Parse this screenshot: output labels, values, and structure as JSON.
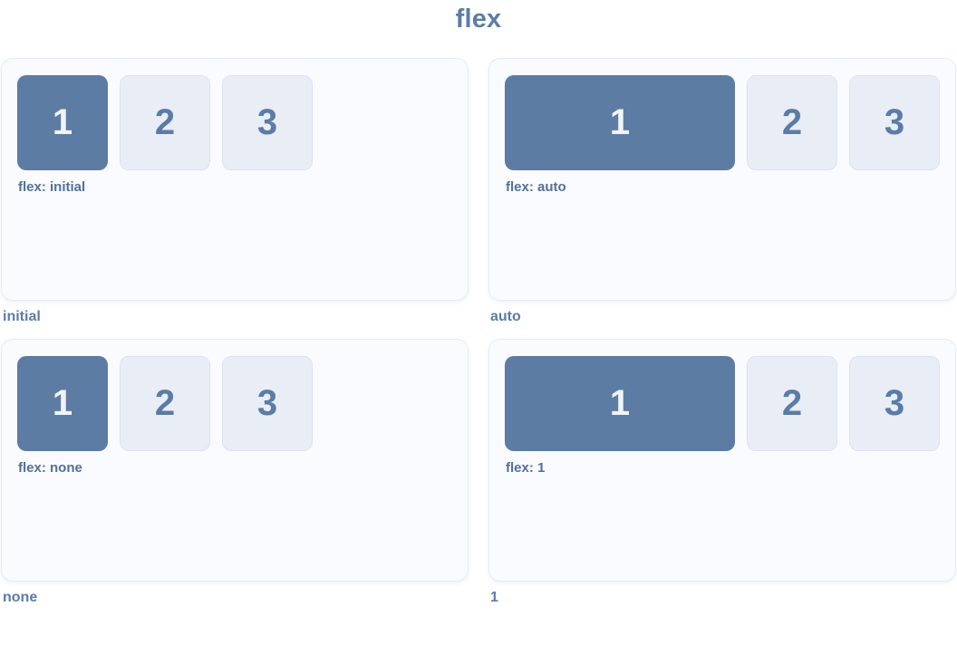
{
  "page": {
    "title": "flex"
  },
  "colors": {
    "accent": "#5b7ca6",
    "highlight_box_bg": "#5d7ca4",
    "highlight_box_text": "#f1f4f9",
    "box_bg": "#e9edf6",
    "box_border": "#dce3f0",
    "panel_bg": "#f9fbfe",
    "panel_border": "#e6ebf4",
    "inline_label_color": "#527098",
    "page_bg": "#ffffff"
  },
  "panels": [
    {
      "caption": "initial",
      "inline_label": "flex: initial",
      "flex_value": "initial",
      "items": [
        {
          "label": "1"
        },
        {
          "label": "2"
        },
        {
          "label": "3"
        }
      ]
    },
    {
      "caption": "auto",
      "inline_label": "flex: auto",
      "flex_value": "auto",
      "items": [
        {
          "label": "1"
        },
        {
          "label": "2"
        },
        {
          "label": "3"
        }
      ]
    },
    {
      "caption": "none",
      "inline_label": "flex: none",
      "flex_value": "none",
      "items": [
        {
          "label": "1"
        },
        {
          "label": "2"
        },
        {
          "label": "3"
        }
      ]
    },
    {
      "caption": "1",
      "inline_label": "flex: 1",
      "flex_value": "1",
      "items": [
        {
          "label": "1"
        },
        {
          "label": "2"
        },
        {
          "label": "3"
        }
      ]
    }
  ]
}
